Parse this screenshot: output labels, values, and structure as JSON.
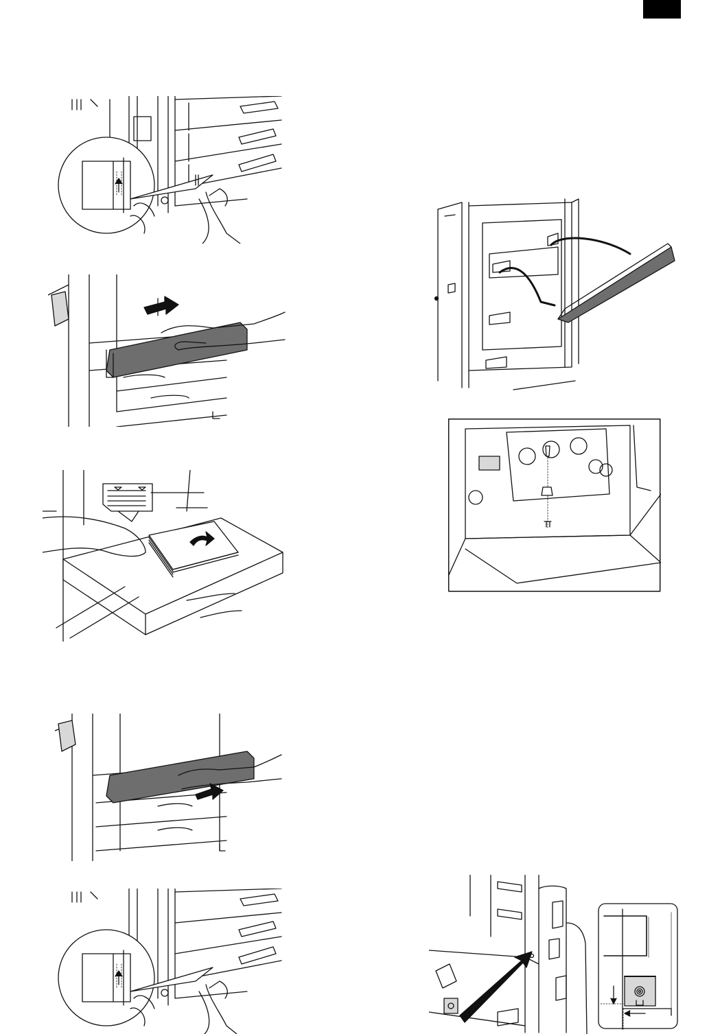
{
  "page": {
    "section_tab_color": "#000000",
    "tray_color": "#6e6e6e",
    "figures": [
      {
        "id": "release-lock"
      },
      {
        "id": "pull-out-tray"
      },
      {
        "id": "load-paper"
      },
      {
        "id": "push-in-tray"
      },
      {
        "id": "engage-lock"
      },
      {
        "id": "attach-exit-tray"
      },
      {
        "id": "install-screw"
      },
      {
        "id": "position-machine"
      }
    ]
  }
}
